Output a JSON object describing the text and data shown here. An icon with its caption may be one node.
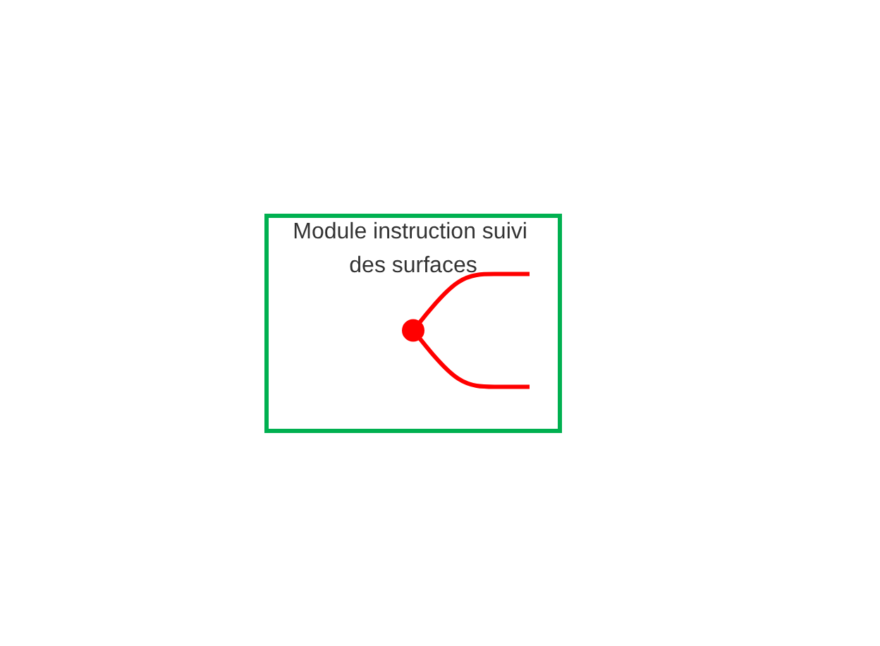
{
  "diagram": {
    "nodes": [
      {
        "text": [
          "Module instruction suivi des surfaces"
        ]
      },
      {
        "text": [],
        "shape": "circle",
        "in": 0
      }
    ],
    "edges": [
      {
        "from": 1,
        "to": null,
        "arrow": "none"
      },
      {
        "from": 1,
        "to": null,
        "arrow": "none"
      }
    ]
  }
}
